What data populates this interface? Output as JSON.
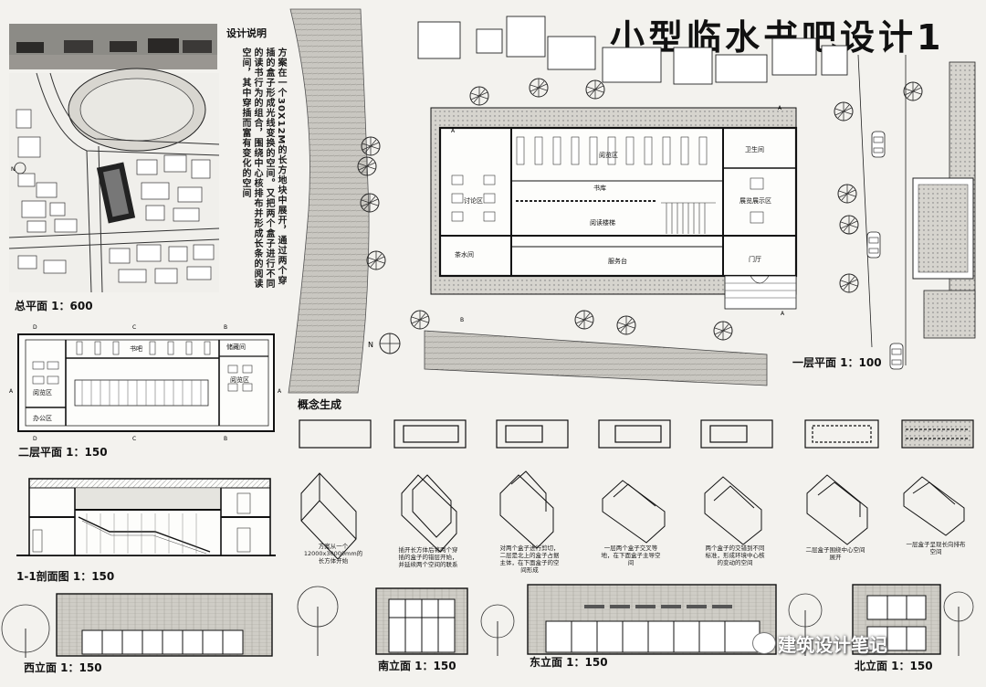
{
  "title": "小型临水书吧设计1",
  "design_notes": {
    "heading": "设计说明",
    "body": "方案在一个30X12M的长方地块中展开，通过两个穿插的盒子形成光线变换的空间。又把两个盒子进行不同的读书行为的组合，围绕中心核排布并形成长条的阅读空间，其中穿插而富有变化的空间"
  },
  "drawings": {
    "site_plan": "总平面 1：600",
    "first_floor": "一层平面 1：100",
    "second_floor": "二层平面 1：150",
    "section": "1-1剖面图 1：150",
    "west_elev": "西立面 1：150",
    "south_elev": "南立面 1：150",
    "east_elev": "东立面 1：150",
    "north_elev": "北立面 1：150",
    "concept": "概念生成"
  },
  "rooms_first": {
    "reading": "阅览区",
    "stacks": "书库",
    "discussion": "讨论区",
    "reading_stair": "阅读楼梯",
    "tea": "茶水间",
    "toilet": "卫生间",
    "exhibit": "展览展示区",
    "lobby": "门厅",
    "cashier": "服务台"
  },
  "rooms_second": {
    "office": "办公区",
    "reading_a": "阅览区",
    "reading_b": "阅览区",
    "study": "书吧",
    "storage": "储藏间"
  },
  "concept_notes": [
    "方案从一个12000x30000mm的长方体开始",
    "插开长方体后将两个穿插的盒子的错层开始，并延续两个空间的联系",
    "对两个盒子进行剪切，二层是北上的盒子占据主体，在下面盒子的空间形成",
    "一层两个盒子交叉等地，在下面盒子主导空间",
    "两个盒子的交错到不同标准，形成环境中心核的变动的空间",
    "二层盒子围绕中心空间展开",
    "一层盒子呈现长向排布空间"
  ],
  "watermark": "建筑设计笔记",
  "north_label": "N",
  "section_marks": [
    "A",
    "B",
    "C",
    "D"
  ]
}
